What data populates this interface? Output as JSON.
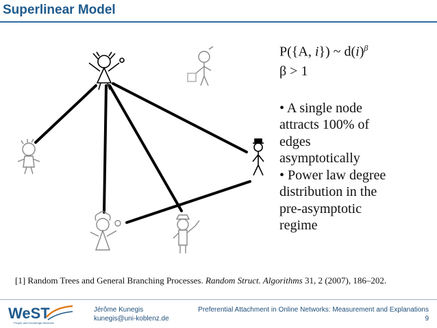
{
  "slide": {
    "title": "Superlinear Model",
    "formula_line1_prefix": "P({A, ",
    "formula_line1_i1": "i",
    "formula_line1_mid": "}) ~ d(",
    "formula_line1_i2": "i",
    "formula_line1_close": ")",
    "formula_line1_exp": "β",
    "formula_line2": "β > 1",
    "bullets": [
      [
        "• A single node",
        "attracts 100% of",
        "edges",
        "asymptotically"
      ],
      [
        "• Power law degree",
        "distribution in the",
        "pre-asymptotic",
        "regime"
      ]
    ],
    "reference": {
      "prefix": "[1] Random Trees and General Branching Processes. ",
      "journal": "Random Struct. Algorithms",
      "suffix": " 31, 2 (2007), 186–202."
    }
  },
  "footer": {
    "logo_text": "WeST",
    "logo_tagline": "People and Knowledge Networks",
    "author_name": "Jérôme Kunegis",
    "author_email": "kunegis@uni-koblenz.de",
    "talk_title": "Preferential Attachment in Online Networks: Measurement and Explanations",
    "page_number": "9"
  },
  "colors": {
    "title": "#1f5a8c",
    "rule": "#2e6da4",
    "footer_text": "#1f4e79",
    "logo_orange": "#e07b1a"
  }
}
